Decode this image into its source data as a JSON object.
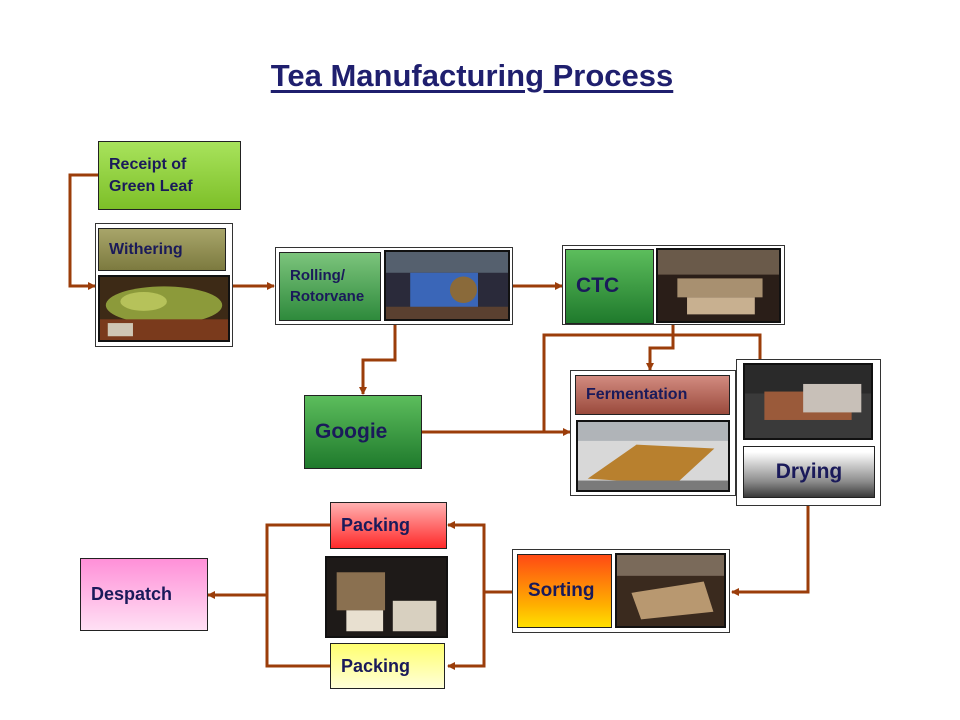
{
  "title": "Tea Manufacturing Process",
  "steps": {
    "receipt": "Receipt of Green Leaf",
    "withering": "Withering",
    "rolling": "Rolling/ Rotorvane",
    "ctc": "CTC",
    "googie": "Googie",
    "fermentation": "Fermentation",
    "drying": "Drying",
    "sorting": "Sorting",
    "packing_top": "Packing",
    "packing_bottom": "Packing",
    "despatch": "Despatch"
  },
  "photos": {
    "withering": "withering-trough-photo",
    "rolling": "rolling-machine-photo",
    "ctc": "ctc-machine-photo",
    "fermentation": "fermentation-floor-photo",
    "drying": "dryer-machine-photo",
    "sorting": "sorting-machine-photo",
    "packing": "packing-area-photo"
  },
  "colors": {
    "arrow": "#9b3d0a",
    "title": "#1f1f6e"
  }
}
